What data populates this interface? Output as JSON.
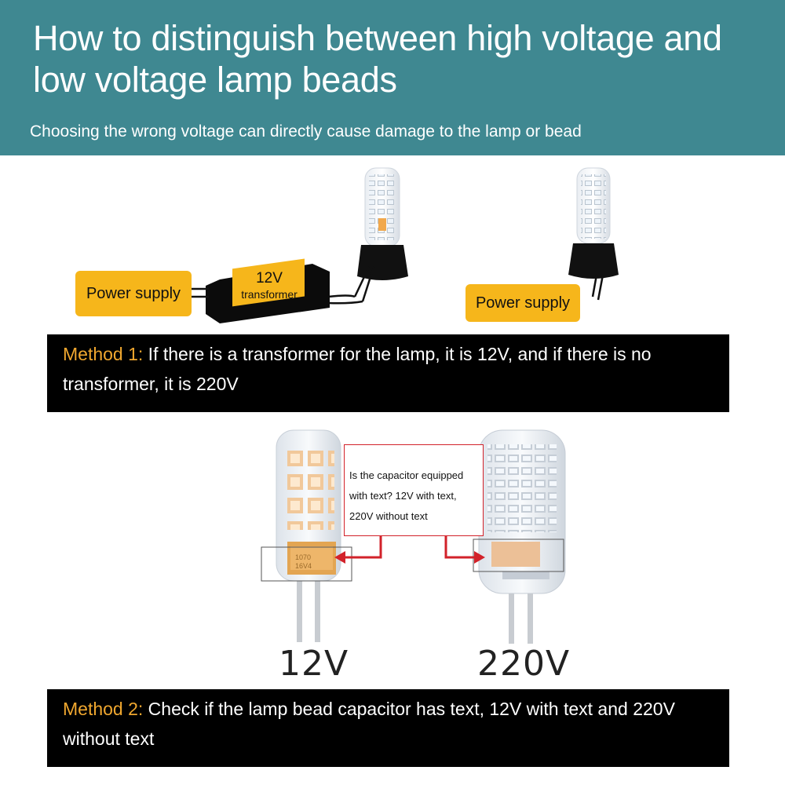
{
  "header": {
    "title": "How to distinguish between high voltage and low voltage lamp beads",
    "subtitle": "Choosing the wrong voltage can directly cause damage to the lamp or bead"
  },
  "diagram1": {
    "left_power_label": "Power supply",
    "transformer_voltage": "12V",
    "transformer_label": "transformer",
    "right_power_label": "Power supply"
  },
  "method1": {
    "lead": "Method 1:",
    "text": " If there is a transformer for the lamp, it is 12V, and if there is no transformer, it is 220V"
  },
  "diagram2": {
    "callout_text": "Is the capacitor equipped with text? 12V with text, 220V without text",
    "left_voltage": "12V",
    "right_voltage": "220V",
    "capacitor_marking_1": "1070",
    "capacitor_marking_2": "16V4"
  },
  "method2": {
    "lead": "Method 2:",
    "text": " Check if the lamp bead capacitor has text, 12V with text and 220V without text"
  },
  "colors": {
    "header_bg": "#3f8891",
    "label_yellow": "#f6b61b",
    "method_lead": "#f0a72f",
    "arrow_red": "#d2222a"
  }
}
